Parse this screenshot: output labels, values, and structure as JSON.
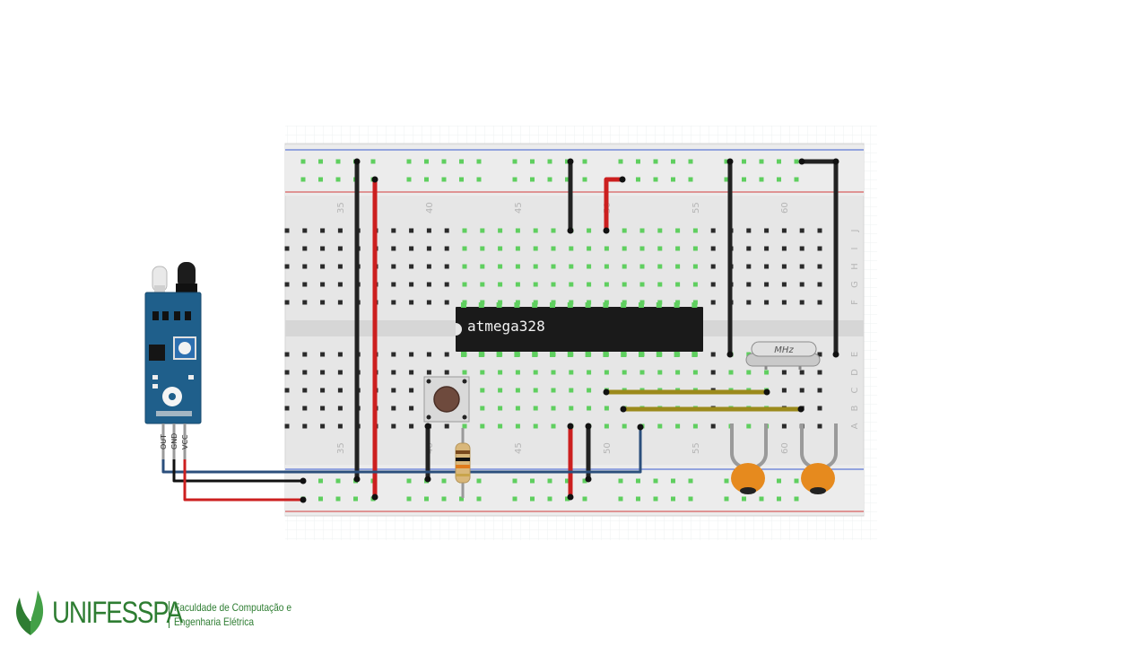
{
  "breadboard": {
    "column_numbers": [
      "35",
      "40",
      "45",
      "50",
      "55",
      "60"
    ],
    "row_letters": [
      "J",
      "I",
      "H",
      "G",
      "F",
      "E",
      "D",
      "C",
      "B",
      "A"
    ]
  },
  "chip": {
    "label": "atmega328"
  },
  "crystal": {
    "label": "MHz"
  },
  "sensor": {
    "pins": [
      "OUT",
      "GND",
      "VCC"
    ]
  },
  "logo": {
    "brand": "UNIFESSPA",
    "line1": "Faculdade de Computação e",
    "line2": "Engenharia Elétrica"
  },
  "colors": {
    "wire_black": "#222222",
    "wire_red": "#cc1f1f",
    "wire_blue": "#2b4f7c",
    "wire_yellow": "#9b8a1c",
    "sensor_board": "#1f5f8b",
    "capacitor": "#e68a1e",
    "chip": "#1a1a1a"
  }
}
